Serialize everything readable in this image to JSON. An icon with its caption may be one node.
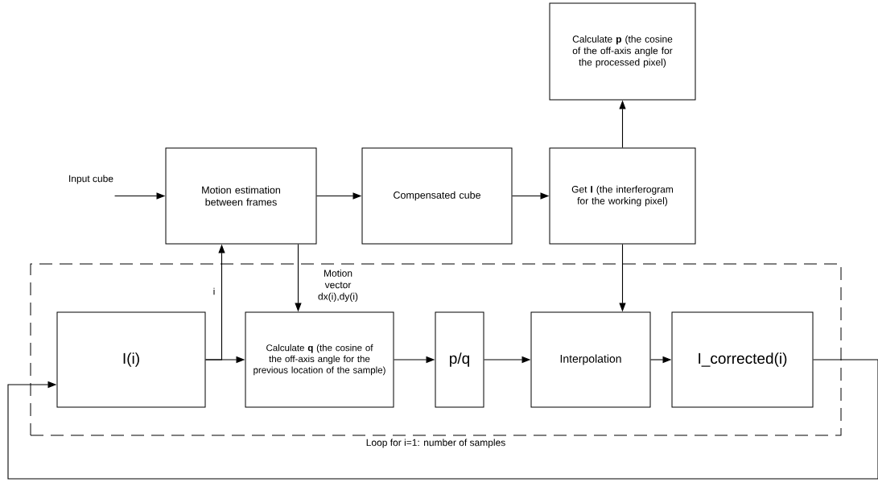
{
  "diagram": {
    "nodes": [
      {
        "text": [
          "Input cube"
        ]
      },
      {
        "text": [
          "Motion estimation between frames"
        ]
      },
      {
        "text": [
          "Compensated cube"
        ]
      },
      {
        "text": [
          "Get **I** (the interferogram for the working pixel)"
        ]
      },
      {
        "text": [
          "Calculate **p** (the cosine of the off-axis angle for the processed pixel)"
        ]
      },
      {
        "text": [
          "Loop for i=1: number of samples"
        ]
      },
      {
        "text": [
          "I(i)"
        ],
        "in": 5
      },
      {
        "text": [
          "Calculate **q** (the cosine of the off-axis angle for the previous location of the sample)"
        ],
        "in": 5
      },
      {
        "text": [
          "p/q"
        ],
        "in": 5
      },
      {
        "text": [
          "Interpolation"
        ],
        "in": 5
      },
      {
        "text": [
          "I_corrected(i)"
        ],
        "in": 5
      }
    ],
    "edges": [
      {
        "from": 0,
        "to": 1,
        "arrow": "to"
      },
      {
        "from": 1,
        "to": 2,
        "arrow": "to"
      },
      {
        "from": 2,
        "to": 3,
        "arrow": "to"
      },
      {
        "from": 3,
        "to": 4,
        "arrow": "to"
      },
      {
        "from": 1,
        "to": 7,
        "arrow": "to",
        "label": "Motion vector dx(i),dy(i)"
      },
      {
        "from": 6,
        "to": 7,
        "arrow": "to"
      },
      {
        "from": 6,
        "to": 1,
        "arrow": "to",
        "label": "i"
      },
      {
        "from": 7,
        "to": 8,
        "arrow": "to"
      },
      {
        "from": 8,
        "to": 9,
        "arrow": "to"
      },
      {
        "from": 3,
        "to": 9,
        "arrow": "to"
      },
      {
        "from": 9,
        "to": 10,
        "arrow": "to"
      },
      {
        "from": 10,
        "to": 6,
        "arrow": "to"
      }
    ]
  }
}
